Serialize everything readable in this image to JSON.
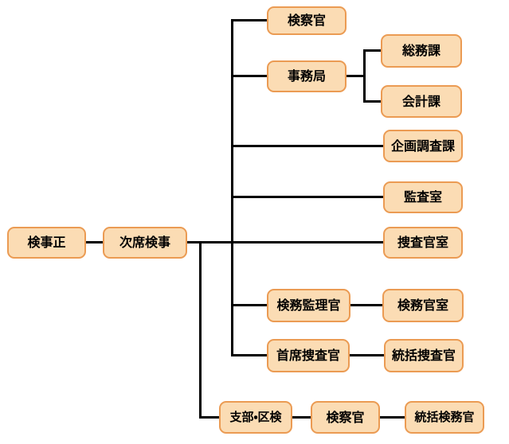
{
  "diagram": {
    "type": "organization-chart",
    "description": "検察庁の組織図"
  },
  "colors": {
    "node_fill": "#FBDCB4",
    "node_border": "#EB9B53",
    "connector": "#000000",
    "text": "#000000",
    "background": "#FFFFFF"
  },
  "nodes": {
    "kenjisei": {
      "label": "検事正"
    },
    "jiseki_kenji": {
      "label": "次席検事"
    },
    "kensatsukan": {
      "label": "検察官"
    },
    "jimukyoku": {
      "label": "事務局"
    },
    "somuka": {
      "label": "総務課"
    },
    "kaikeika": {
      "label": "会計課"
    },
    "kikaku_chosaka": {
      "label": "企画調査課"
    },
    "kansashitsu": {
      "label": "監査室"
    },
    "sosakanshitsu": {
      "label": "捜査官室"
    },
    "kenmu_kanrikan": {
      "label": "検務監理官"
    },
    "kenmu_kanshitsu": {
      "label": "検務官室"
    },
    "shuseki_sosakan": {
      "label": "首席捜査官"
    },
    "tokatsu_sosakan": {
      "label": "統括捜査官"
    },
    "shibu_kuken": {
      "label": "支部・区検"
    },
    "shibu_kensatsukan": {
      "label": "検察官"
    },
    "tokatsu_kenmukan": {
      "label": "統括検務官"
    }
  },
  "edges": [
    {
      "from": "検事正",
      "to": "次席検事"
    },
    {
      "from": "次席検事",
      "to": "検察官"
    },
    {
      "from": "次席検事",
      "to": "事務局"
    },
    {
      "from": "事務局",
      "to": "総務課"
    },
    {
      "from": "事務局",
      "to": "会計課"
    },
    {
      "from": "次席検事",
      "to": "企画調査課"
    },
    {
      "from": "次席検事",
      "to": "監査室"
    },
    {
      "from": "次席検事",
      "to": "捜査官室"
    },
    {
      "from": "次席検事",
      "to": "検務監理官"
    },
    {
      "from": "検務監理官",
      "to": "検務官室"
    },
    {
      "from": "次席検事",
      "to": "首席捜査官"
    },
    {
      "from": "首席捜査官",
      "to": "統括捜査官"
    },
    {
      "from": "次席検事",
      "to": "支部・区検"
    },
    {
      "from": "支部・区検",
      "to": "検察官"
    },
    {
      "from": "検察官",
      "to": "統括検務官"
    }
  ]
}
